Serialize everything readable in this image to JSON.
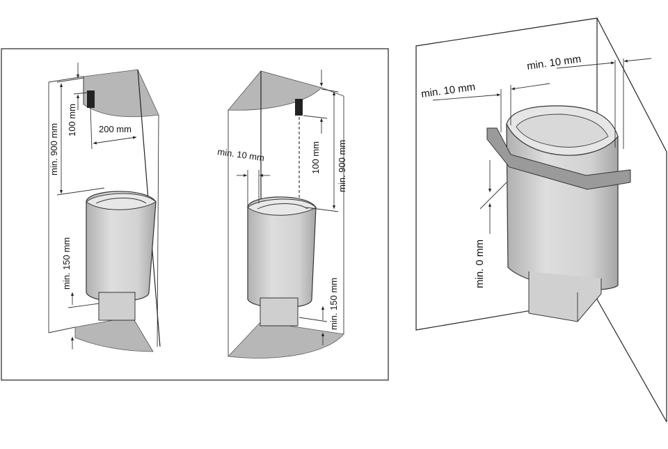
{
  "labels": {
    "p1_min900": "min. 900 mm",
    "p1_100": "100 mm",
    "p1_200": "200 mm",
    "p1_min150": "min. 150 mm",
    "p2_min10": "min. 10 mm",
    "p2_100": "100 mm",
    "p2_min900": "min. 900 mm",
    "p2_min150": "min. 150 mm",
    "p3_min10_left": "min. 10 mm",
    "p3_min10_right": "min. 10 mm",
    "p3_min0": "min. 0 mm"
  },
  "colors": {
    "shade": "#b7b7b7",
    "heater_light": "#e4e4e4",
    "heater_dark": "#a8a8a8",
    "rail": "#9a9a9a",
    "line": "#222222"
  }
}
